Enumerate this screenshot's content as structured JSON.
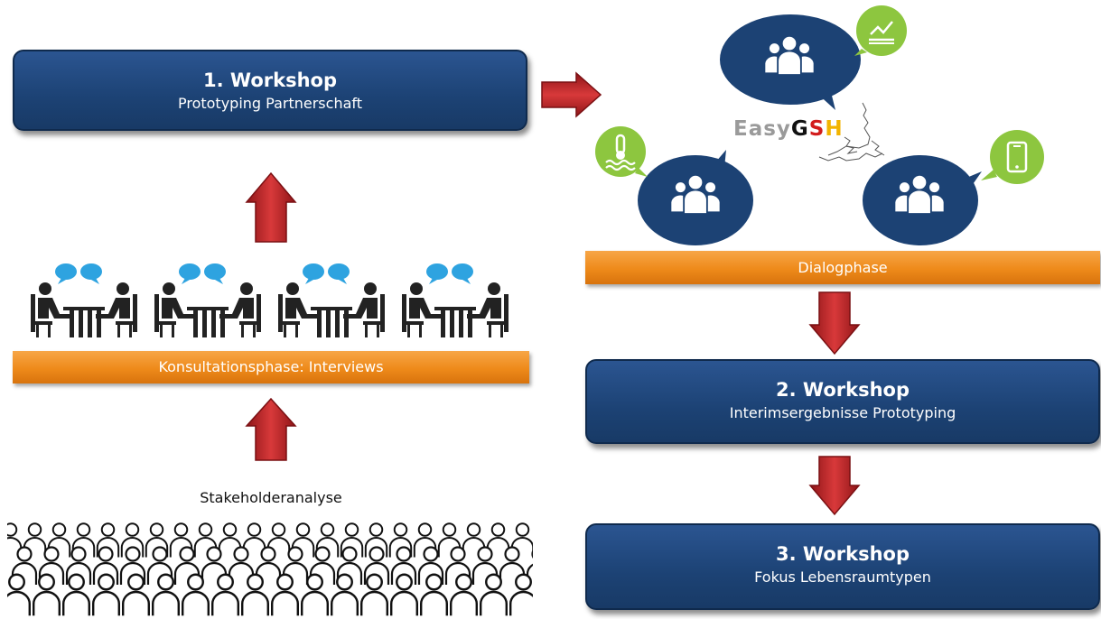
{
  "workshop1": {
    "title": "1. Workshop",
    "subtitle": "Prototyping Partnerschaft"
  },
  "workshop2": {
    "title": "2. Workshop",
    "subtitle": "Interimsergebnisse Prototyping"
  },
  "workshop3": {
    "title": "3. Workshop",
    "subtitle": "Fokus Lebensraumtypen"
  },
  "consultation_label": "Konsultationsphase: Interviews",
  "dialog_label": "Dialogphase",
  "stakeholder_label": "Stakeholderanalyse",
  "logo": {
    "text_easy": "Easy",
    "text_gsh": "GSH"
  },
  "colors": {
    "box": "#1c4274",
    "bar": "#ee8a1a",
    "arrow": "#b5262a",
    "bubble": "#1c4274",
    "icon_green": "#8dc63f",
    "chat_blue": "#2ea3e0"
  },
  "icons": [
    "people-group-icon",
    "line-chart-icon",
    "thermometer-water-icon",
    "smartphone-icon",
    "chat-bubble-icon",
    "interview-table-icon",
    "crowd-icon",
    "arrow-up-icon",
    "arrow-right-icon",
    "arrow-down-icon"
  ]
}
